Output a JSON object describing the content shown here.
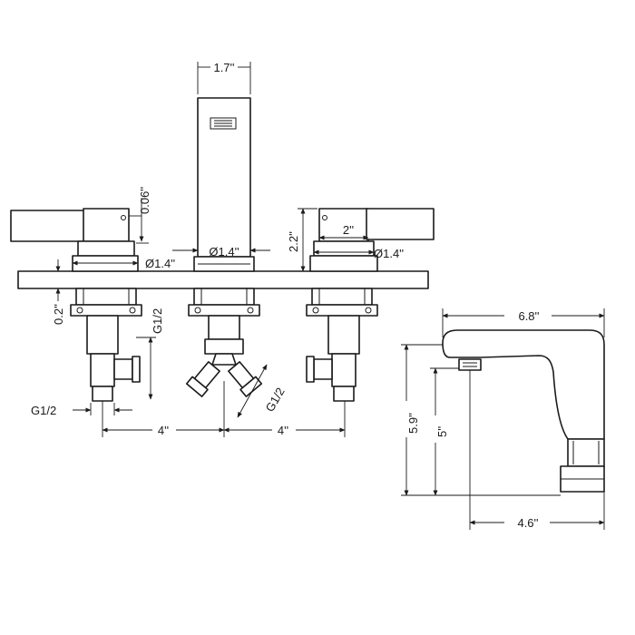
{
  "diagram": {
    "dimensions": {
      "spout_width": "1.7''",
      "handle_gap": "0.06''",
      "handle_height": "2.2''",
      "handle_width": "2''",
      "base_dia_left": "Ø1.4''",
      "base_dia_center": "Ø1.4''",
      "base_dia_right": "Ø1.4''",
      "deck_thickness": "0.2''",
      "thread_vertical": "G1/2",
      "thread_bottom": "G1/2",
      "thread_angled": "G1/2",
      "spacing_left": "4''",
      "spacing_right": "4''",
      "side_length": "6.8''",
      "side_total_height": "5.9''",
      "side_spout_height": "5''",
      "side_reach": "4.6''"
    }
  }
}
